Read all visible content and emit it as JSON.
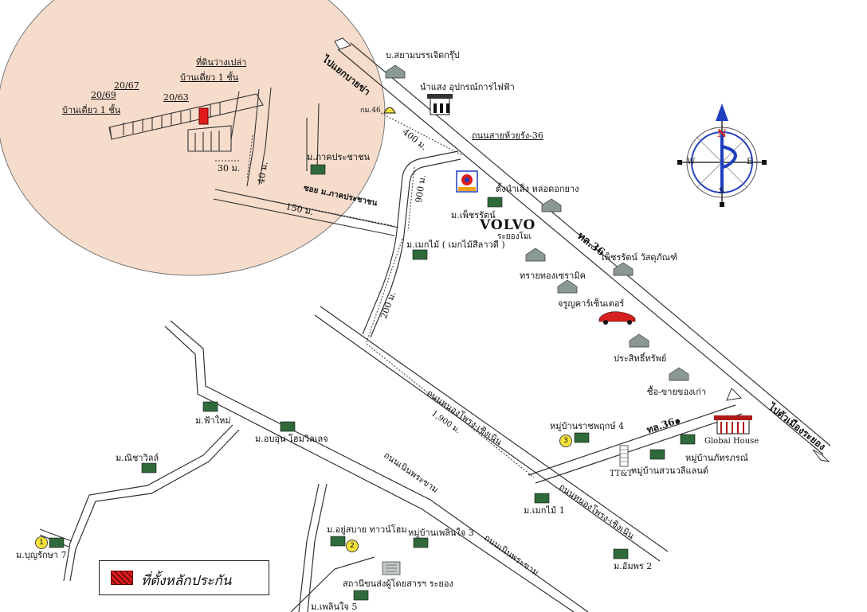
{
  "inset": {
    "empty_land": "ที่ดินว่างเปล่า",
    "house_one_floor_right": "บ้านเดี่ยว 1 ชั้น",
    "house_one_floor_left": "บ้านเดี่ยว 1 ชั้น",
    "num_2067": "20/67",
    "num_2069": "20/69",
    "num_2063": "20/63",
    "dist_30": "30 ม.",
    "dist_40": "40 ม.",
    "dist_150": "150 ม.",
    "village_phakprachachon": "ม.ภาคประชาชน",
    "soi_label": "ซอย ม.ภาคประชาชน"
  },
  "labels": {
    "to_kabinburi": "ไปแยกบายข่า",
    "sam_bridge": "บ.สยามบรรเจิดกรุ๊ป",
    "namsaeng": "นำแสง อุปกรณ์การไฟฟ้า",
    "km46": "กม.46",
    "dist_400": "400 ม.",
    "road_huayrung": "ถนนสายห้วยรัง-36",
    "dist_900": "900 ม.",
    "tangnamseng": "ตั้งนำเส็ง หล่อดอกยาง",
    "petcharat": "ม.เพ็ชรรัตน์",
    "volvo": "VOLVO",
    "rayong_sub": "ระยองโมเ",
    "makmai": "ม.เมกไม้ ( เมกไม้สีลาวดี )",
    "rd36": "ทล.36",
    "phetrat_material": "เพ็ชรรัตน์ วัสดุภัณฑ์",
    "sai_thong": "ทรายทองเซรามิค",
    "jarunkar": "จรูญคาร์เซ็นเตอร์",
    "dist_200": "200 ม.",
    "prasit": "ประสิทธิ์ทรัพย์",
    "buysell": "ซื้อ-ขายของเก่า",
    "to_rayong": "ไปตัวเมืองระยอง",
    "road_nongkrai_1": "ถนนหนองโพรง-เชิงเนิน",
    "dist_1900": "1,900 ม.",
    "rd364": "ทล.36๑",
    "village_rachaphruk": "หมู่บ้านราชพฤกษ์ 4",
    "global_house": "Globai House",
    "village_phatraphon": "หมู่บ้านภัทรภรณ์",
    "village_suanmali": "หมู่บ้านสวนวลีแลนด์",
    "ttt": "TT&T",
    "makmai1": "ม.เมกไม้ 1",
    "road_nongkrai_2": "ถนนหนองโพรง-เชิงเนิน",
    "ampon2": "ม.อัมพร 2",
    "road_nernprakaw_1": "ถนนเนินพระขาม",
    "road_nernprakaw_2": "ถนนเนินพระขาม",
    "fahmai": "ม.ฟ้าใหม่",
    "aomsuk": "ม.อบอุ่น โฮมวิลเลจ",
    "nichavilla": "ม.ณิชาวิลล์",
    "boonrak": "ม.บุญรักษา 7",
    "yusabai": "ม.อยู่สบาย ทาวน์โฮม",
    "pleonjai3": "หมู่บ้านเพลินใจ 3",
    "school": "สถานีขนส่งผู้โดยสารฯ ระยอง",
    "pleonjai5": "ม.เพลินใจ 5",
    "num1": "1",
    "num2": "2",
    "num3": "3"
  },
  "compass": {
    "n": "N",
    "s": "S",
    "e": "E",
    "w": "W"
  },
  "legend": {
    "text": "ที่ตั้งหลักประกัน",
    "color": "#e31b1b"
  },
  "colors": {
    "inset_bg": "#f6dccb",
    "compass_blue": "#1f3fbf",
    "compass_red": "#d61f1f"
  }
}
